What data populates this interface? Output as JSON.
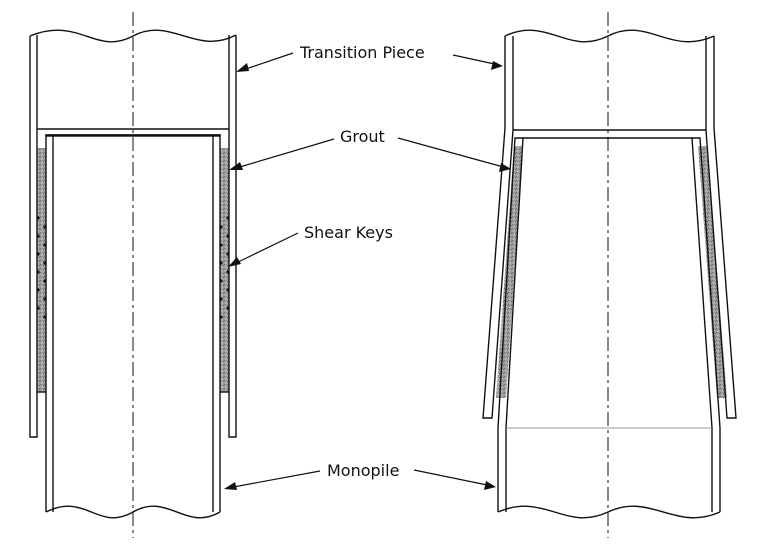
{
  "labels": {
    "transition_piece": "Transition Piece",
    "grout": "Grout",
    "shear_keys": "Shear Keys",
    "monopile": "Monopile"
  },
  "colors": {
    "line": "#111111",
    "grout_fill": "#9a9a9a",
    "background": "#ffffff"
  }
}
